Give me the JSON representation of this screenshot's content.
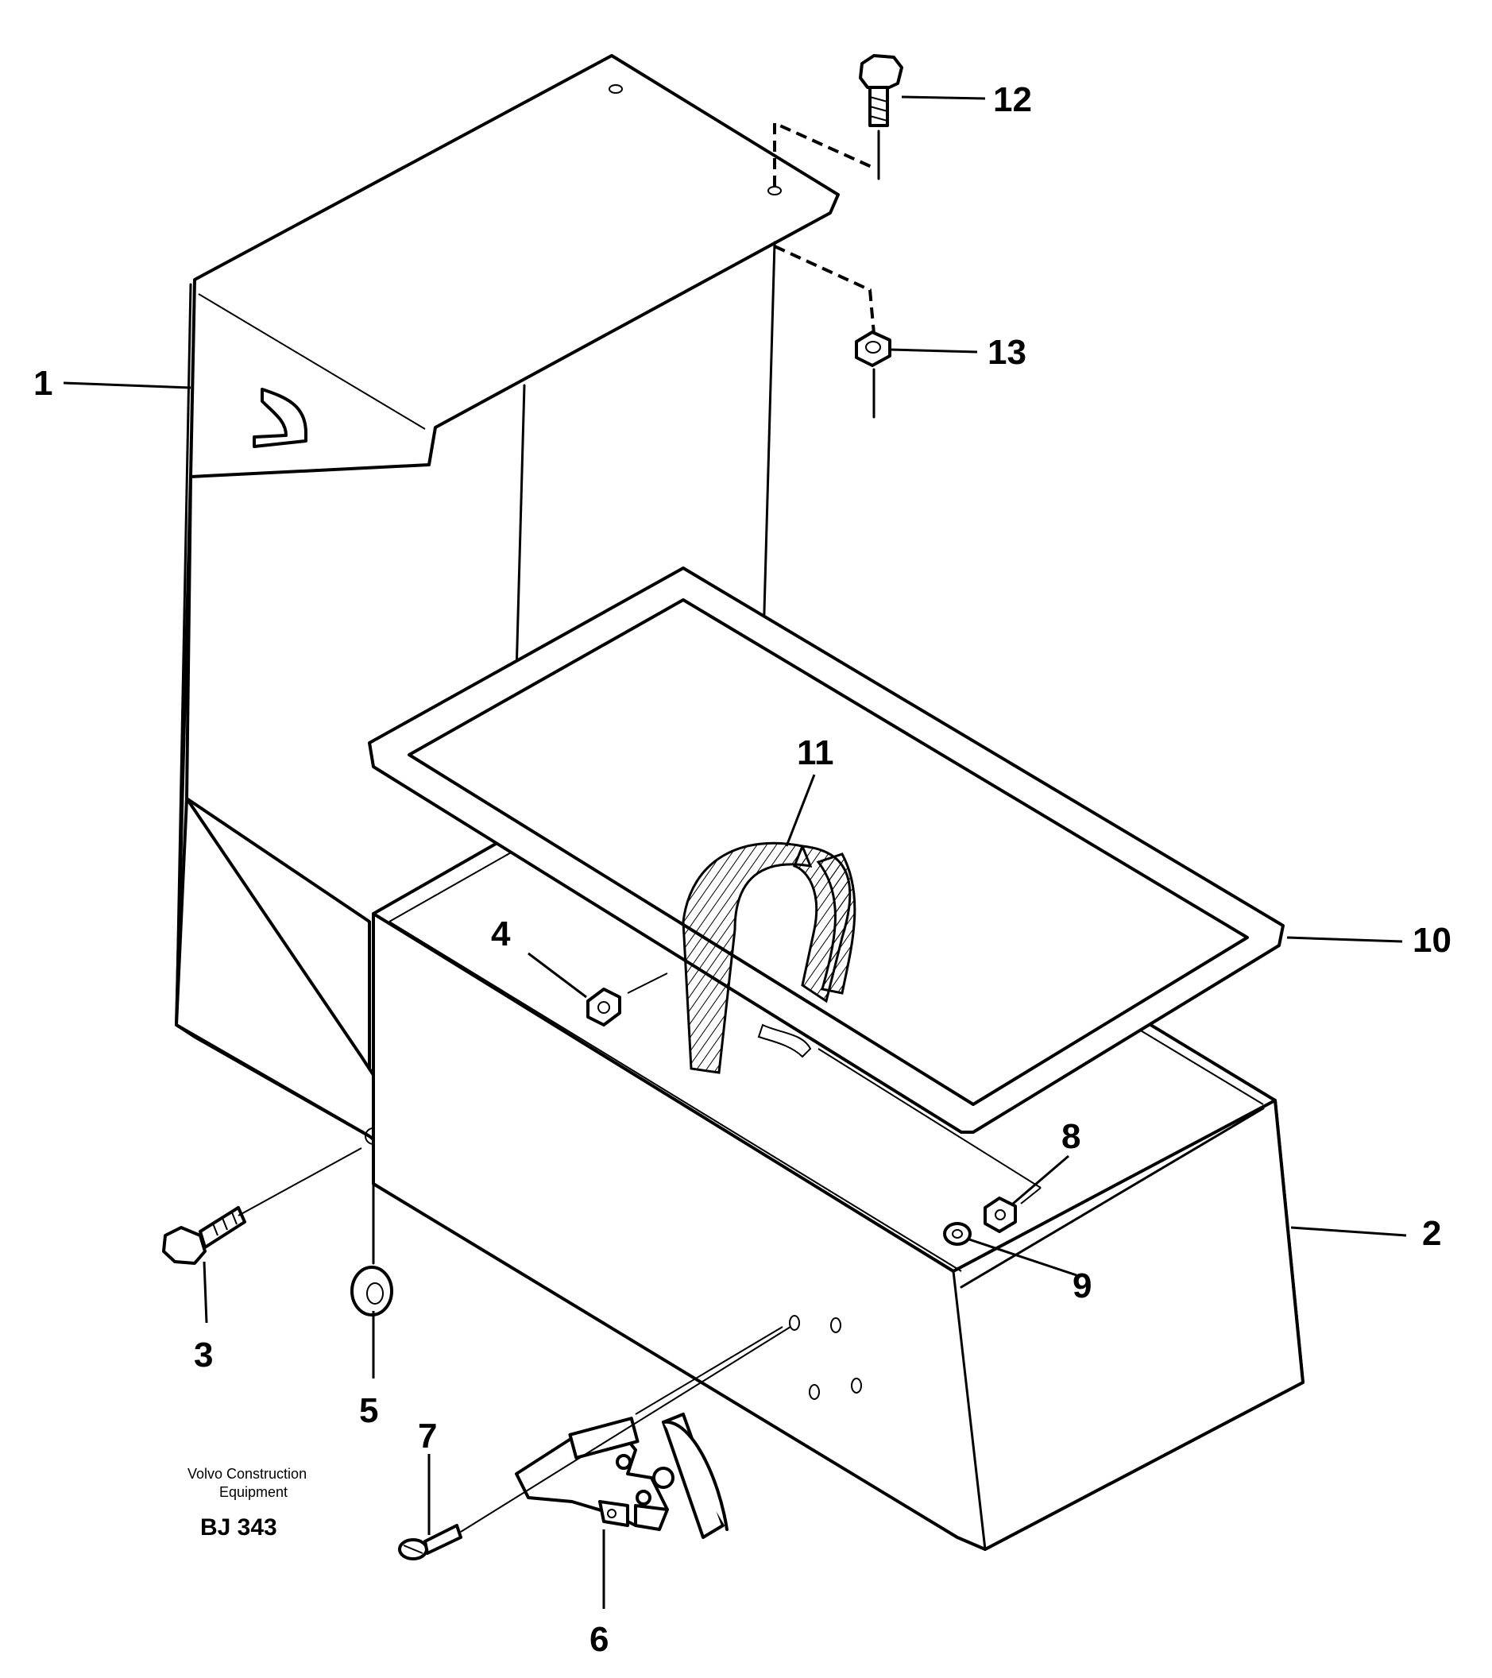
{
  "callouts": {
    "c1": "1",
    "c2": "2",
    "c3": "3",
    "c4": "4",
    "c5": "5",
    "c6": "6",
    "c7": "7",
    "c8": "8",
    "c9": "9",
    "c10": "10",
    "c11": "11",
    "c12": "12",
    "c13": "13"
  },
  "caption": {
    "line1": "Volvo Construction",
    "line2": "Equipment",
    "ref": "BJ 343"
  }
}
